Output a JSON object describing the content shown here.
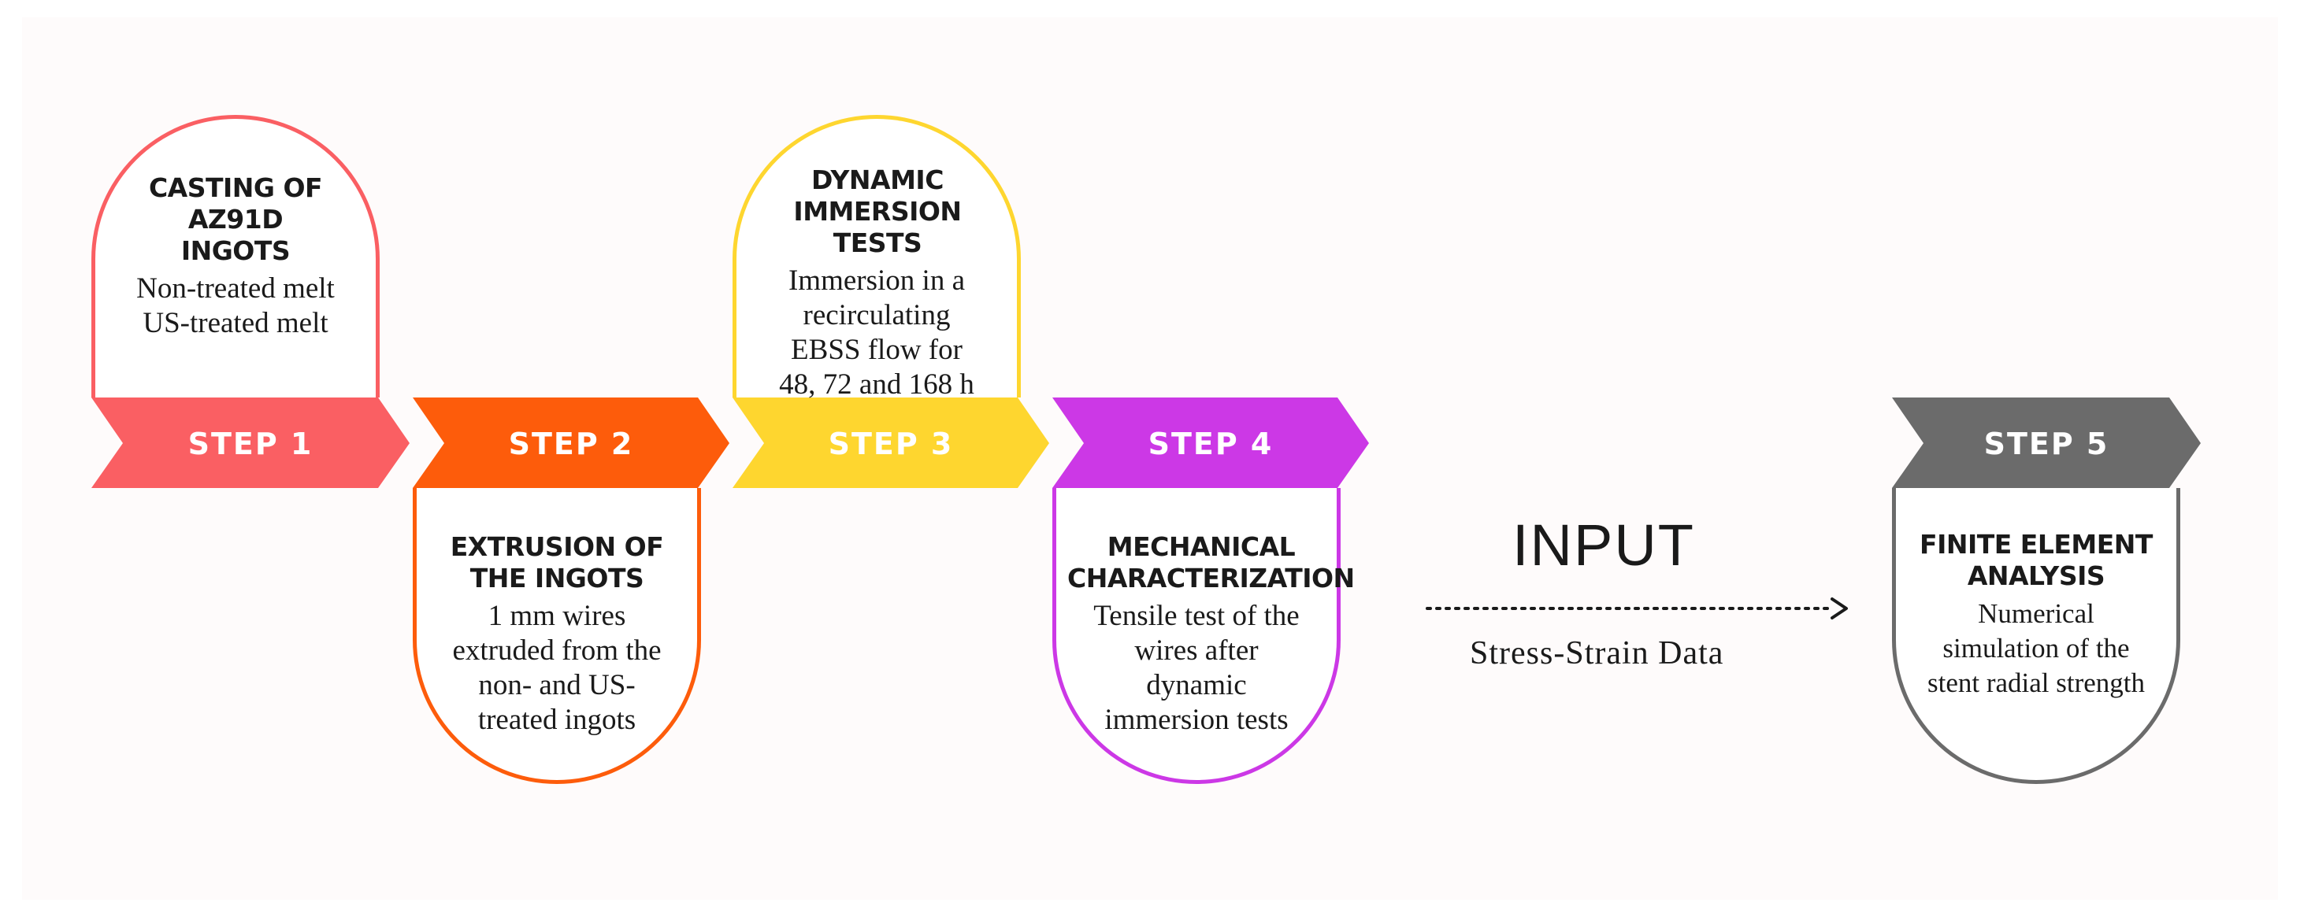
{
  "colors": {
    "step1": "#fa5f63",
    "step2": "#fd5c0b",
    "step3": "#fed62f",
    "step4": "#cc38e6",
    "step5": "#6b6b6b"
  },
  "steps": [
    {
      "label": "STEP 1",
      "title": "CASTING OF AZ91D INGOTS",
      "body": [
        "Non-treated melt",
        "US-treated melt"
      ]
    },
    {
      "label": "STEP 2",
      "title": "EXTRUSION OF THE INGOTS",
      "body": [
        "1 mm wires",
        "extruded from the",
        "non- and US-",
        "treated ingots"
      ]
    },
    {
      "label": "STEP 3",
      "title": "DYNAMIC IMMERSION TESTS",
      "body": [
        "Immersion in a",
        "recirculating",
        "EBSS flow for",
        "48, 72 and 168 h"
      ]
    },
    {
      "label": "STEP 4",
      "title": "MECHANICAL CHARACTERIZATION",
      "body": [
        "Tensile test of the",
        "wires after",
        "dynamic",
        "immersion tests"
      ]
    },
    {
      "label": "STEP 5",
      "title": "FINITE ELEMENT ANALYSIS",
      "body": [
        "Numerical",
        "simulation of the",
        "stent radial strength"
      ]
    }
  ],
  "connector": {
    "label": "INPUT",
    "sublabel": "Stress-Strain Data"
  }
}
